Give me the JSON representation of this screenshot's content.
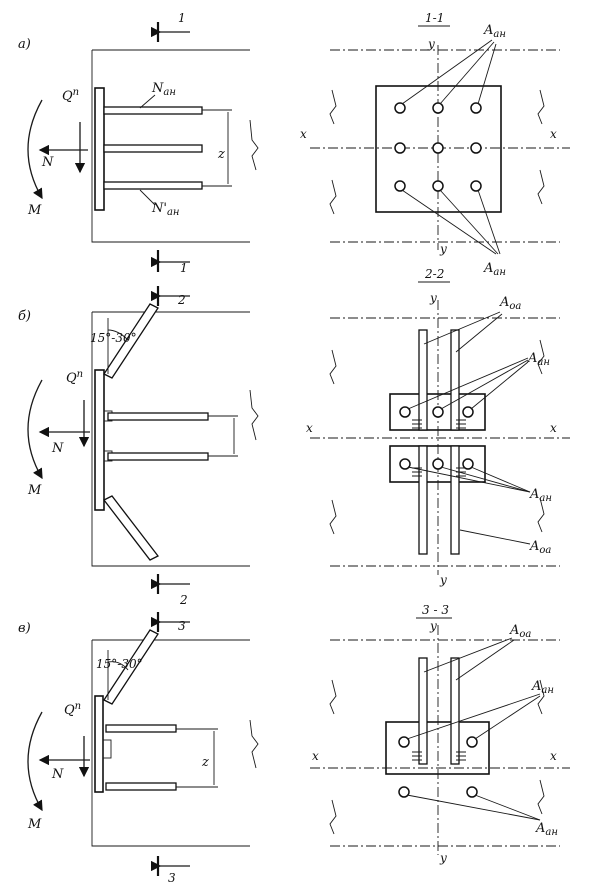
{
  "panels": [
    {
      "letter": "а)",
      "section_title": "1-1",
      "cut_mark_top": "1",
      "cut_mark_bottom": "1",
      "force_q": "Q",
      "force_q_sup": "п",
      "force_n": "N",
      "moment": "M",
      "lever": "z",
      "anchor_top_label": "N",
      "anchor_top_sub": "ан",
      "anchor_bot_label": "N'",
      "anchor_bot_sub": "ан",
      "axis_x": "x",
      "axis_y": "y",
      "area_top": "A",
      "area_top_sub": "ан",
      "area_bot": "A",
      "area_bot_sub": "ан"
    },
    {
      "letter": "б)",
      "section_title": "2-2",
      "cut_mark_top": "2",
      "cut_mark_bottom": "2",
      "angle": "15°-30°",
      "force_q": "Q",
      "force_q_sup": "п",
      "force_n": "N",
      "moment": "M",
      "axis_x": "x",
      "axis_y": "y",
      "area_oa_top": "A",
      "area_oa_top_sub": "оа",
      "area_an_top": "A",
      "area_an_top_sub": "ан",
      "area_an_mid": "A",
      "area_an_mid_sub": "ан",
      "area_oa_bot": "A",
      "area_oa_bot_sub": "оа"
    },
    {
      "letter": "в)",
      "section_title": "3 - 3",
      "cut_mark_top": "3",
      "cut_mark_bottom": "3",
      "angle": "15°-30°",
      "force_q": "Q",
      "force_q_sup": "п",
      "force_n": "N",
      "moment": "M",
      "lever": "z",
      "axis_x": "x",
      "axis_y": "y",
      "area_oa": "A",
      "area_oa_sub": "оа",
      "area_an_top": "A",
      "area_an_top_sub": "ан",
      "area_an_bot": "A",
      "area_an_bot_sub": "ан"
    }
  ]
}
